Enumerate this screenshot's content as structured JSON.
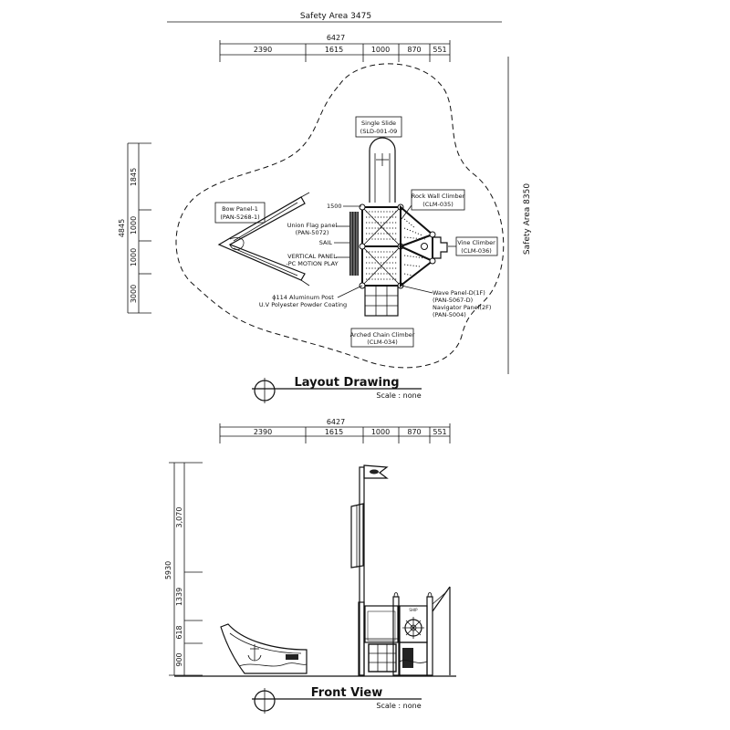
{
  "safety_area_top": "Safety Area 3475",
  "safety_area_right": "Safety Area 8350",
  "dims_top": {
    "total": "6427",
    "segments": [
      "2390",
      "1615",
      "1000",
      "870",
      "551"
    ]
  },
  "dims_left_layout": {
    "total": "4845",
    "segments": [
      "1845",
      "1000",
      "1000",
      "3000"
    ]
  },
  "dims_front": {
    "total": "6427",
    "segments": [
      "2390",
      "1615",
      "1000",
      "870",
      "551"
    ]
  },
  "dims_left_front": {
    "total": "5930",
    "segments": [
      "3,070",
      "1339",
      "618",
      "900"
    ]
  },
  "labels": {
    "single_slide": "Single Slide",
    "single_slide_code": "(SLD-001-09",
    "rock_wall": "Rock Wall Climber",
    "rock_wall_code": "(CLM-035)",
    "vine_climber": "Vine Climber",
    "vine_climber_code": "(CLM-036)",
    "bow_panel": "Bow Panel-1",
    "bow_panel_code": "(PAN-5268-1)",
    "deck_1500": "1500",
    "union_flag": "Union Flag panel",
    "union_flag_code": "(PAN-5072)",
    "sail": "SAIL",
    "vertical_panel": "VERTICAL PANEL",
    "vertical_panel_sub": "-PC MOTION PLAY",
    "post": "ϕ114 Aluminum Post",
    "post_coating": "U.V Polyester Powder Coating",
    "wave_panel": "Wave Panel-D(1F)",
    "wave_panel_code": "(PAN-5067-D)",
    "navigator_panel": "Navigator Panel(2F)",
    "navigator_panel_code": "(PAN-5004)",
    "arched_chain": "Arched Chain Climber",
    "arched_chain_code": "(CLM-034)"
  },
  "layout_title": "Layout Drawing",
  "layout_scale": "Scale : none",
  "front_title": "Front View",
  "front_scale": "Scale : none"
}
